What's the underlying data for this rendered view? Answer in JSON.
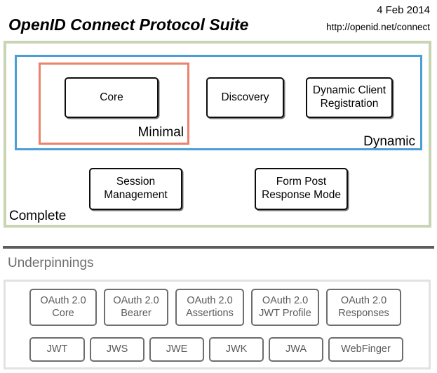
{
  "header": {
    "title": "OpenID Connect Protocol Suite",
    "date": "4 Feb 2014",
    "url": "http://openid.net/connect"
  },
  "colors": {
    "complete_border": "#c8d4b2",
    "dynamic_border": "#4b9ed6",
    "minimal_border": "#e9836b",
    "spec_border": "#0d0d0d",
    "underpinnings_border": "#e2e2e2",
    "underpinnings_item_border": "#6e6e6e",
    "underpinnings_text": "#5a5a5a",
    "divider": "#5c5c5c"
  },
  "groups": {
    "complete_label": "Complete",
    "dynamic_label": "Dynamic",
    "minimal_label": "Minimal"
  },
  "specs": {
    "core": "Core",
    "discovery": "Discovery",
    "dynamic_client_registration": "Dynamic Client Registration",
    "session_management": "Session Management",
    "form_post_response_mode": "Form Post Response Mode"
  },
  "underpinnings": {
    "title": "Underpinnings",
    "row1": [
      "OAuth 2.0 Core",
      "OAuth 2.0 Bearer",
      "OAuth 2.0 Assertions",
      "OAuth 2.0 JWT Profile",
      "OAuth 2.0 Responses"
    ],
    "row2": [
      "JWT",
      "JWS",
      "JWE",
      "JWK",
      "JWA",
      "WebFinger"
    ]
  }
}
